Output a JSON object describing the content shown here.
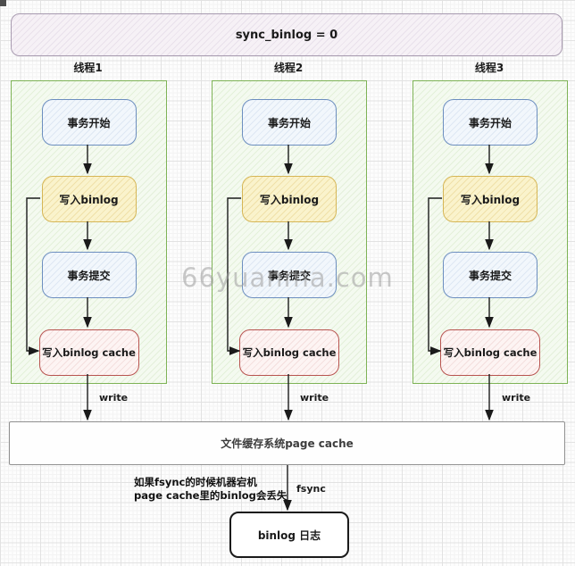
{
  "banner": {
    "label": "sync_binlog = 0"
  },
  "threads": [
    {
      "label": "线程1",
      "boxes": [
        {
          "label": "事务开始"
        },
        {
          "label": "写入binlog"
        },
        {
          "label": "事务提交"
        },
        {
          "label": "写入binlog cache"
        }
      ],
      "write_label": "write"
    },
    {
      "label": "线程2",
      "boxes": [
        {
          "label": "事务开始"
        },
        {
          "label": "写入binlog"
        },
        {
          "label": "事务提交"
        },
        {
          "label": "写入binlog cache"
        }
      ],
      "write_label": "write"
    },
    {
      "label": "线程3",
      "boxes": [
        {
          "label": "事务开始"
        },
        {
          "label": "写入binlog"
        },
        {
          "label": "事务提交"
        },
        {
          "label": "写入binlog cache"
        }
      ],
      "write_label": "write"
    }
  ],
  "page_cache_bar": {
    "label": "文件缓存系统page cache"
  },
  "fsync": {
    "label": "fsync"
  },
  "note": {
    "line1": "如果fsync的时候机器宕机",
    "line2": "page cache里的binlog会丢失"
  },
  "binlog_box": {
    "label": "binlog 日志"
  },
  "watermark": {
    "text": "66yuanma.com"
  },
  "colors": {
    "thread_border": "#7eb356",
    "start_commit_border": "#6c8ebf",
    "binlog_border": "#d6b656",
    "cache_border": "#b85450",
    "banner_border": "#a89bb0",
    "arrow": "#1a1a1a"
  }
}
